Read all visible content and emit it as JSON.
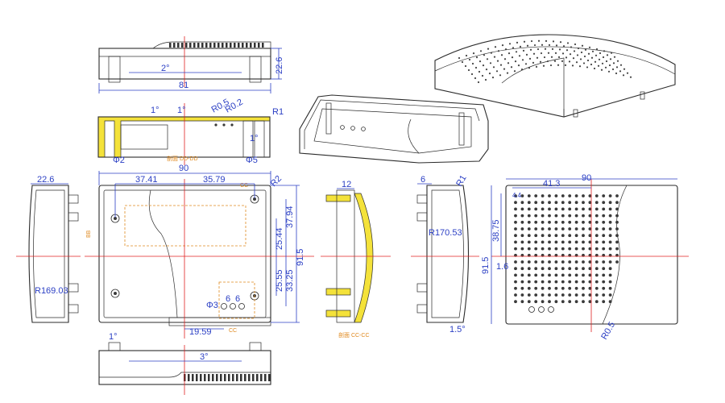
{
  "colors": {
    "outline": "#2b2b2b",
    "dimension": "#2b3fc4",
    "centerline": "#e02020",
    "section": "#e08a20",
    "highlight": "#f4e23a"
  },
  "top_view": {
    "width": "81",
    "height": "22.6",
    "angle": "2°"
  },
  "section_view": {
    "r1": "R0.5",
    "r2": "R0.2",
    "r3": "R1",
    "angle_a": "1°",
    "angle_b": "1°",
    "angle_c": "1°",
    "dia_left": "Φ2",
    "dia_right": "Φ5",
    "label": "剖面 DD-DD"
  },
  "front_view": {
    "width": "90",
    "left_w": "37.41",
    "right_w": "35.79",
    "corner_r": "R2",
    "height_total": "91.5",
    "h_upper": "37.94",
    "h_upper2": "25.44",
    "h_lower": "25.55",
    "h_lower2": "33.25",
    "bottom_w": "19.59",
    "hole_dia": "Φ3",
    "hole_pitch_a": "6",
    "hole_pitch_b": "6",
    "section_a": "BB",
    "section_b": "CC"
  },
  "left_view": {
    "width": "22.6",
    "radius": "R169.03"
  },
  "bottom_view": {
    "angle": "3°",
    "angle_small": "1°"
  },
  "mid_section": {
    "width": "12",
    "label": "剖面 CC-CC"
  },
  "right_side": {
    "width": "6",
    "radius": "R170.53",
    "corner_r": "R1",
    "angle": "1.5°"
  },
  "back_view": {
    "width": "90",
    "partial_w": "41.3",
    "height_total": "91.5",
    "h_part": "38.75",
    "small_a": "4.4",
    "small_b": "1.6",
    "corner_r": "R0.5"
  }
}
